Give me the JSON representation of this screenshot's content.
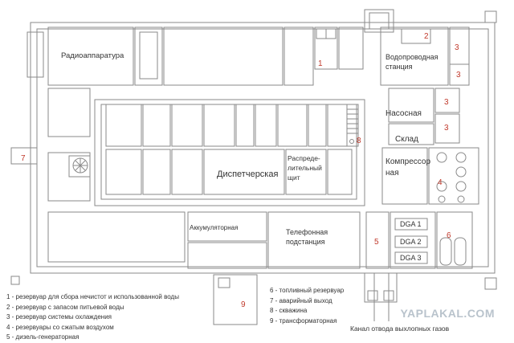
{
  "rooms": {
    "radio": "Радиоаппаратура",
    "water_station_1": "Водопроводная",
    "water_station_2": "станция",
    "pump": "Насосная",
    "storage": "Склад",
    "compressor_1": "Компрессор",
    "compressor_2": "ная",
    "dispatch": "Диспетчерская",
    "distribution_1": "Распреде-",
    "distribution_2": "лительный",
    "distribution_3": "щит",
    "battery": "Аккумуляторная",
    "telephone_1": "Телефонная",
    "telephone_2": "подстанция",
    "dga1": "DGA 1",
    "dga2": "DGA 2",
    "dga3": "DGA 3"
  },
  "markers": {
    "m1": "1",
    "m2": "2",
    "m3a": "3",
    "m3b": "3",
    "m3c": "3",
    "m3d": "3",
    "m4": "4",
    "m5": "5",
    "m6": "6",
    "m7": "7",
    "m8": "8",
    "m9": "9"
  },
  "legend_left": [
    "1 - резервуар для сбора нечистот и использованной воды",
    "2 - резервуар с запасом питьевой воды",
    "3 - резервуар системы охлаждения",
    "4 - резервуары со сжатым воздухом",
    "5 - дизель-генераторная"
  ],
  "legend_right": [
    "6 - топливный резервуар",
    "7 - аварийный выход",
    "8 - скважина",
    "9 - трансформаторная"
  ],
  "caption": "Канал отвода выхлопных газов",
  "watermark": "YAPLAKAL.COM",
  "colors": {
    "walls": "#8a8a8a",
    "wall_fill": "#d4d4d4",
    "text": "#333333",
    "marker": "#c0392b"
  }
}
